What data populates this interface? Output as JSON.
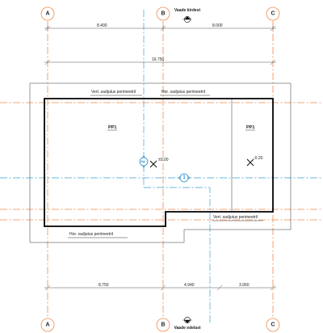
{
  "grid": {
    "top_labels": [
      "A",
      "B",
      "C"
    ],
    "bottom_labels": [
      "A",
      "B",
      "C"
    ]
  },
  "views": {
    "north": "Vaade kirdest",
    "south": "Vaade edelast"
  },
  "dimensions": {
    "top_left": "8.400",
    "top_right": "8.000",
    "overall": "16.750",
    "bottom_left": "8.750",
    "bottom_mid": "4.940",
    "bottom_right": "3.060"
  },
  "notes": {
    "vert_top": "Vert. sadjutus perimeetril",
    "hor_top": "Hor. sadjutus perimeetril",
    "vert_bottom": "Vert. sadjutus perimeetril",
    "hor_bottom": "Hor. sadjutus perimeetril"
  },
  "rooms": {
    "left": "PP1",
    "right": "PP1"
  },
  "levels": {
    "left": "±0.00",
    "right": "-0.20"
  },
  "sections": {
    "vertical": "2",
    "horizontal": "1"
  },
  "colors": {
    "axis_orange": "#f08a4b",
    "axis_blue": "#3aa0d6",
    "bubble_orange": "#f08a4b",
    "bubble_blue": "#2a8fc9"
  }
}
